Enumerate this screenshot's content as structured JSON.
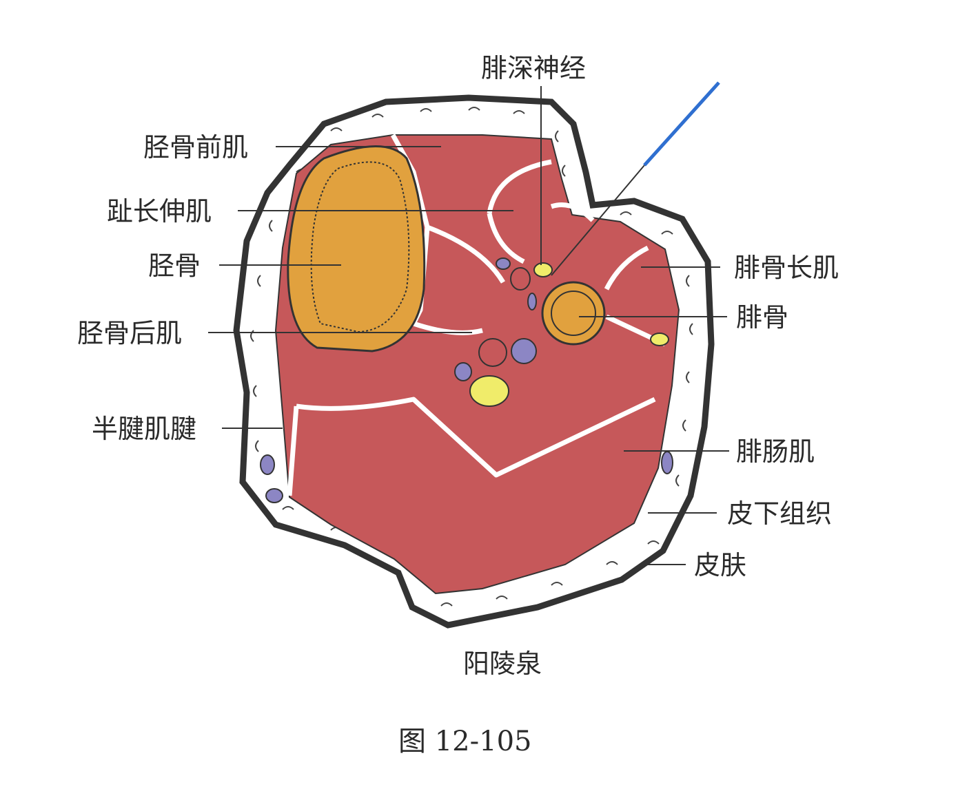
{
  "labels": {
    "deep_peroneal_nerve": "腓深神经",
    "tibialis_anterior": "胫骨前肌",
    "extensor_digitorum_longus": "趾长伸肌",
    "tibia": "胫骨",
    "tibialis_posterior": "胫骨后肌",
    "semitendinosus_tendon": "半腱肌腱",
    "peroneus_longus": "腓骨长肌",
    "fibula": "腓骨",
    "gastrocnemius": "腓肠肌",
    "subcutaneous_tissue": "皮下组织",
    "skin": "皮肤"
  },
  "acupoint": "阳陵泉",
  "figure_caption": "图 12-105",
  "colors": {
    "muscle": "#c6585a",
    "bone": "#e1a13e",
    "vein": "#8c86c4",
    "nerve": "#f0ec6a",
    "needle": "#2f6fd0",
    "skin": "#333333"
  }
}
